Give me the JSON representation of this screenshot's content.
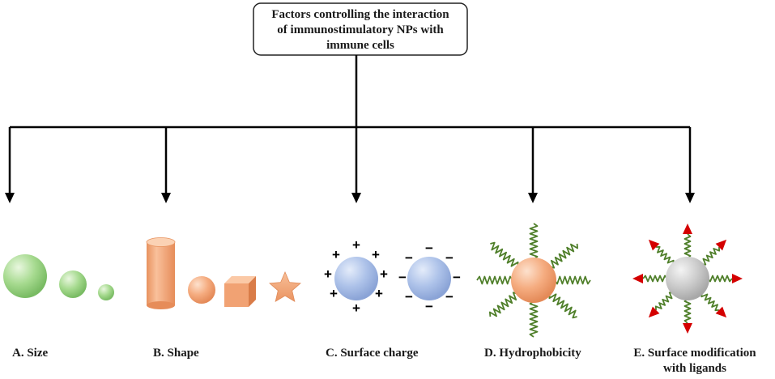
{
  "title": {
    "lines": [
      "Factors controlling the interaction",
      "of immunostimulatory NPs with",
      "immune cells"
    ]
  },
  "factors": [
    {
      "label_lines": [
        "A. Size"
      ]
    },
    {
      "label_lines": [
        "B. Shape"
      ]
    },
    {
      "label_lines": [
        "C. Surface charge"
      ]
    },
    {
      "label_lines": [
        "D. Hydrophobicity"
      ]
    },
    {
      "label_lines": [
        "E. Surface modification",
        "with ligands"
      ]
    }
  ],
  "charges": {
    "positive": "+",
    "negative": "−"
  },
  "colors": {
    "size_particle": "#9fd68a",
    "shape_particle": "#f3a77a",
    "charge_particle": "#a9bde6",
    "hydrophobic_core": "#f3a77a",
    "hydrophobic_chain": "#4f7f2a",
    "ligand_core": "#c8c8c8",
    "ligand_arrow": "#d40000"
  }
}
